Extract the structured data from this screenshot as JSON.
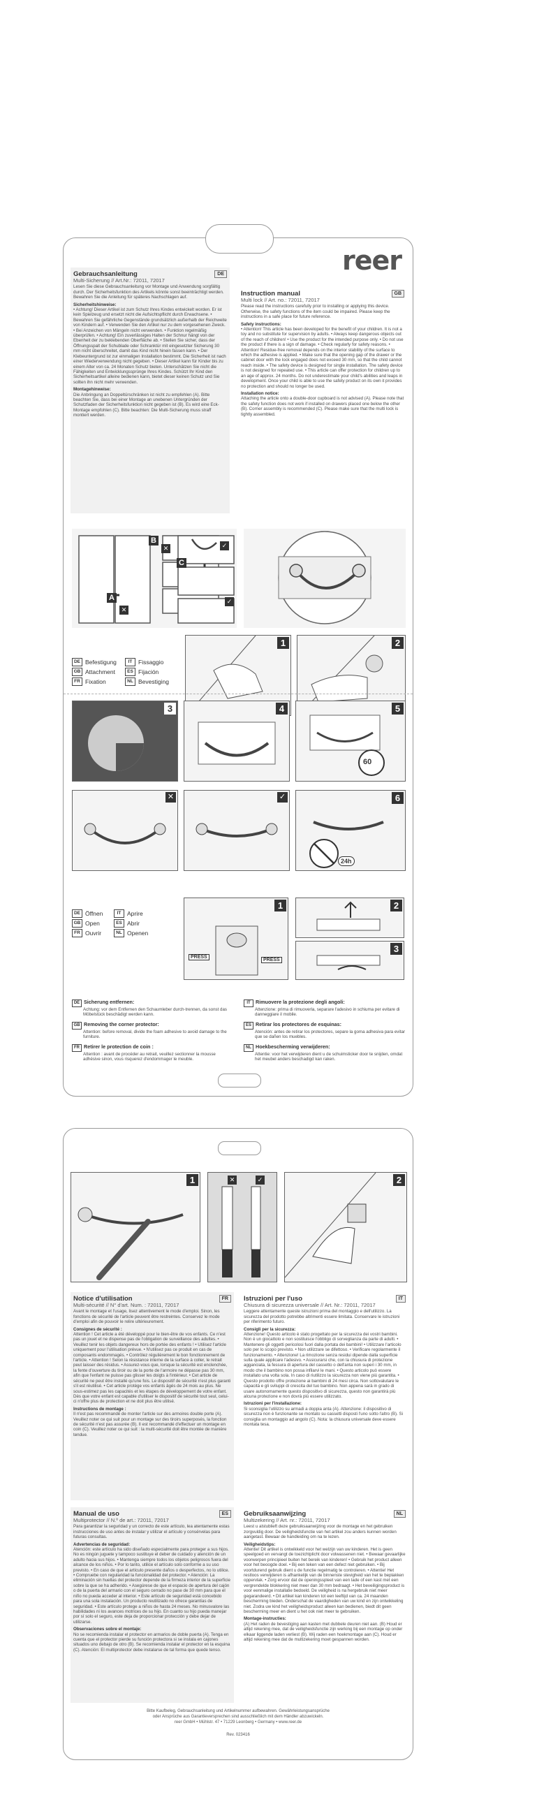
{
  "brand": {
    "logo": "reer"
  },
  "de": {
    "title": "Gebrauchsanleitung",
    "lang": "DE",
    "subtitle": "Multi-Sicherung // Art.Nr.: 72011, 72017",
    "intro": "Lesen Sie diese Gebrauchsanleitung vor Montage und Anwendung sorgfältig durch. Der Sicherheitsfunktion des Artikels könnte sonst beeinträchtigt werden. Bewahren Sie die Anleitung für späteres Nachschlagen auf.",
    "safety_hdr": "Sicherheitshinweise:",
    "safety": "• Achtung! Dieser Artikel ist zum Schutz Ihres Kindes entwickelt worden. Er ist kein Spielzeug und ersetzt nicht die Aufsichtspflicht durch Erwachsene. • Bewahren Sie gefährliche Gegenstände grundsätzlich außerhalb der Reichweite von Kindern auf. • Verwenden Sie den Artikel nur zu dem vorgesehenen Zweck. • Bei Anzeichen von Mängeln nicht verwenden. • Funktion regelmäßig überprüfen. • Achtung! Ein zuverlässiges Halten der Schnur hängt von der Ebenheit der zu beklebenden Oberfläche ab. • Stellen Sie sicher, dass der Öffnungsspalt der Schublade oder Schranktür mit eingesetzter Sicherung 30 mm nicht überschreitet, damit das Kind nicht hinein fassen kann. • Der Klebeuntergrund ist zur einmaligen Installation bestimmt. Die Sicherheit ist nach einer Wiederverwendung nicht gegeben. • Dieser Artikel kann für Kinder bis zu einem Alter von ca. 24 Monaten Schutz bieten. Unterschätzen Sie nicht die Fähigkeiten und Entwicklungssprünge Ihres Kindes. Schützt Ihr Kind den Sicherheitsartikel alleine bedienen kann, bietet dieser keinen Schutz und Sie sollten ihn nicht mehr verwenden.",
    "install_hdr": "Montagehinweise:",
    "install": "Die Anbringung an Doppeltürschränken ist nicht zu empfehlen (A). Bitte beachten Sie, dass bei einer Montage an unebenen Untergründen der Schutzfaden der Sicherheitsfunktion nicht gegeben ist (B). Es wird eine Eck-Montage empfohlen (C). Bitte beachten: Die Multi-Sicherung muss straff montiert werden."
  },
  "gb": {
    "title": "Instruction manual",
    "lang": "GB",
    "subtitle": "Multi lock // Art. no.: 72011, 72017",
    "intro": "Please read the instructions carefully prior to installing or applying this device. Otherwise, the safety functions of the item could be impaired. Please keep the instructions in a safe place for future reference.",
    "safety_hdr": "Safety instructions:",
    "safety": "• Attention! This article has been developed for the benefit of your children. It is not a toy and no substitute for supervision by adults. • Always keep dangerous objects out of the reach of children! • Use the product for the intended purpose only. • Do not use the product if there is a sign of damage. • Check regularly for safety reasons. • Attention! Residue-free removal depends on the interior stability of the surface to which the adhesive is applied. • Make sure that the opening gap of the drawer or the cabinet door with the lock engaged does not exceed 30 mm, so that the child cannot reach inside. • The safety device is designed for single installation. The safety device is not designed for repeated use. • This article can offer protection for children up to an age of approx. 24 months. Do not underestimate your child's abilities and leaps in development. Once your child is able to use the safety product on its own it provides no protection and should no longer be used.",
    "install_hdr": "Installation notice:",
    "install": "Attaching the article onto a double-door cupboard is not advised (A). Please note that the safety function does not work if installed on drawers placed one below the other (B). Corner assembly is recommended (C). Please make sure that the multi lock is tightly assembled."
  },
  "attach_legend": [
    {
      "code": "DE",
      "label": "Befestigung"
    },
    {
      "code": "IT",
      "label": "Fissaggio"
    },
    {
      "code": "GB",
      "label": "Attachment"
    },
    {
      "code": "ES",
      "label": "Fijación"
    },
    {
      "code": "FR",
      "label": "Fixation"
    },
    {
      "code": "NL",
      "label": "Bevestiging"
    }
  ],
  "open_legend": [
    {
      "code": "DE",
      "label": "Öffnen"
    },
    {
      "code": "IT",
      "label": "Aprire"
    },
    {
      "code": "GB",
      "label": "Open"
    },
    {
      "code": "ES",
      "label": "Abrir"
    },
    {
      "code": "FR",
      "label": "Ouvrir"
    },
    {
      "code": "NL",
      "label": "Openen"
    }
  ],
  "labels": {
    "a": "A",
    "b": "B",
    "c": "C",
    "press": "PRESS",
    "time": "24h",
    "sixty": "60"
  },
  "steps": [
    "1",
    "2",
    "3",
    "4",
    "5",
    "6"
  ],
  "removal": [
    {
      "code": "DE",
      "title": "Sicherung entfernen:",
      "text": "Achtung: vor dem Entfernen den Schaumleber durch-trennen, da sonst das Möbelstück beschädigt werden kann."
    },
    {
      "code": "IT",
      "title": "Rimuovere la protezione degli angoli:",
      "text": "Attenzione: prima di rimuoverla, separare l'adesivo in schiuma per evitare di danneggiare il mobile."
    },
    {
      "code": "GB",
      "title": "Removing the corner protector:",
      "text": "Attention: before removal, divide the foam adhesive to avoid damage to the furniture."
    },
    {
      "code": "ES",
      "title": "Retirar los protectores de esquinas:",
      "text": "Atención: antes de retirar los protectores, separe la goma adhesiva para evitar que se dañen los muebles."
    },
    {
      "code": "FR",
      "title": "Retirer le protection de coin :",
      "text": "Attention : avant de procéder au retrait, veuillez sectionner la mousse adhésive sinon, vous risquerez d'endommager le meuble."
    },
    {
      "code": "NL",
      "title": "Hoekbescherming verwijderen:",
      "text": "Attentie: voor het verwijderen dient u de schuimsticker door te snijden, omdat het meubel anders beschadigd kan raken."
    }
  ],
  "fr": {
    "title": "Notice d'utilisation",
    "lang": "FR",
    "subtitle": "Multi-sécurité // N° d'art. Num. : 72011, 72017",
    "intro": "Avant le montage et l'usage, lisez attentivement le mode d'emploi. Sinon, les fonctions de sécurité de l'article peuvent être restreintes. Conservez le mode d'emploi afin de pouvoir le relire ultérieurement.",
    "safety_hdr": "Consignes de sécurité :",
    "safety": "Attention ! Cet article a été développé pour le bien-être de vos enfants. Ce n'est pas un jouet et ne dispense pas de l'obligation de surveillance des adultes. • Veuillez tenir les objets dangereux hors de portée des enfants ! • Utilisez l'article uniquement pour l'utilisation prévue. • N'utilisez pas ce produit en cas de composants endommagés. • Contrôlez régulièrement le bon fonctionnement de l'article. • Attention ! Selon la résistance interne de la surface à coller, le retrait peut laisser des résidus. • Assurez-vous que, lorsque la sécurité est enclenchée, la fente d'ouverture du tiroir ou de la porte de l'armoire ne dépasse pas 30 mm, afin que l'enfant ne puisse pas glisser les doigts à l'intérieur. • Cet article de sécurité ne peut être installé qu'une fois. Le dispositif de sécurité n'est plus garanti s'il est réutilisé. • Cet article protège vos enfants âgés de 24 mois au plus. Ne sous-estimez pas les capacités et les étapes de développement de votre enfant. Dès que votre enfant est capable d'utiliser le dispositif de sécurité tout seul, celui-ci n'offre plus de protection et ne doit plus être utilisé.",
    "install_hdr": "Instructions de montage :",
    "install": "Il n'est pas recommandé de monter l'article sur des armoires double porte (A). Veuillez noter ce qui suit pour un montage sur des tiroirs superposés, la fonction de sécurité n'est pas assurée (B). Il est recommandé d'effectuer un montage en coin (C). Veuillez noter ce qui suit : la multi-sécurité doit être montée de manière tendue."
  },
  "it": {
    "title": "Istruzioni per l'uso",
    "lang": "IT",
    "subtitle": "Chiusura di sicurezza universale // Art. Nr.: 72011, 72017",
    "intro": "Leggere attentamente queste istruzioni prima del montaggio e dell'utilizzo. La sicurezza del prodotto potrebbe altrimenti essere limitata. Conservare le istruzioni per riferimento futuro.",
    "safety_hdr": "Consigli per la sicurezza:",
    "safety": "Attenzione! Questo articolo è stato progettato per la sicurezza dei vostri bambini. Non è un giocattolo e non sostituisce l'obbligo di sorveglianza da parte di adulti. • Mantenere gli oggetti pericolosi fuori dalla portata dei bambini! • Utilizzare l'articolo solo per lo scopo previsto. • Non utilizzare se difettoso. • Verificare regolarmente il funzionamento. • Attenzione! La rimozione senza residui dipende dalla superficie sulla quale applicare l'adesivo. • Assicurarsi che, con la chiusura di protezione agganciata, la fessura di apertura del cassetto o dell'anta non superi i 30 mm, in modo che il bambino non possa infilarvi le mani. • Questo articolo può essere installato una volta sola. In caso di riutilizzo la sicurezza non viene più garantita. • Questo prodotto offre protezione ai bambini di 24 mesi circa. Non sottovalutare le capacità e gli sviluppi di crescita del tuo bambino. Non appena sarà in grado di usare autonomamente questo dispositivo di sicurezza, questo non garantirà più alcuna protezione e non dovrà più essere utilizzato.",
    "install_hdr": "Istruzioni per l'installazione:",
    "install": "Si sconsiglia l'utilizzo su armadi a doppia anta (A). Attenzione: il dispositivo di sicurezza non è funzionante se montato su cassetti disposti l'uno sotto l'altro (B). Si consiglia un montaggio ad angolo (C). Nota: la chiusura universale deve essere montata tesa."
  },
  "es": {
    "title": "Manual de uso",
    "lang": "ES",
    "subtitle": "Multiprotector // N.º de art.: 72011, 72017",
    "intro": "Para garantizar la seguridad y un correcto de este artículo, lea atentamente estas instrucciones de uso antes de instalar y utilizar el artículo y consérvelas para futuras consultas.",
    "safety_hdr": "Advertencias de seguridad:",
    "safety": "Atención: este artículo ha sido diseñado especialmente para proteger a sus hijos. No es ningún juguete y tampoco sustituye el deber de cuidado y atención de un adulto hacia sus hijos. • Mantenga siempre todos los objetos peligrosos fuera del alcance de los niños. • Por lo tanto, utilice el artículo solo conforme a su uso previsto. • En caso de que el artículo presente daños o desperfectos, no lo utilice. • Compruebe con regularidad la funcionalidad del protector. • Atención: La eliminación sin huellas del protector depende de la firmeza interior de la superficie sobre la que se ha adherido. • Asegúrese de que el espacio de apertura del cajón o de la puerta del armario con el seguro cerrado no pase de 30 mm para que el niño no pueda acceder al interior. • Este artículo de seguridad está concebido para una sola instalación. Un producto reutilizado no ofrece garantías de seguridad. • Este artículo protege a niños de hasta 24 meses. No minusvalore las habilidades ni los avances motrices de su hijo. En cuanto su hijo pueda manejar por sí solo el seguro, este deja de proporcionar protección y debe dejar de utilizarse.",
    "install_hdr": "Observaciones sobre el montaje:",
    "install": "No se recomienda instalar el protector en armarios de doble puerta (A). Tenga en cuenta que el protector pierde su función protectora si se instala en cajones situados uno debajo de otro (B). Se recomienda instalar el protector en la esquina (C). Atención: El multiprotector debe instalarse de tal forma que quede tenso."
  },
  "nl": {
    "title": "Gebruiksaanwijzing",
    "lang": "NL",
    "subtitle": "Multizekering // Art. nr.: 72011, 72017",
    "intro": "Leest u alstublieft deze gebruiksaanwijzing voor de montage en het gebruiken zorgvuldig door. De veiligheidsfunctie van het artikel zou anders kunnen worden aangetast. Bewaar de handleiding om na te lezen.",
    "safety_hdr": "Veiligheidstips:",
    "safety": "Attentie! Dit artikel is ontwikkeld voor het welzijn van uw kinderen. Het is geen speelgoed en vervangt de toezichtplicht door volwassenen niet. • Bewaar gevaarlijke voorwerpen principieel buiten het bereik van kinderen! • Gebruik het product alleen voor het beoogde doel. • Bij een teken van een defect niet gebruiken. • Bij voortdurend gebruik dient u de functie regelmatig te controleren. • Attentie! Het restloos verwijderen is afhankelijk van de binnenste stevigheid van het te beplakken oppervlak. • Zorg ervoor dat de openingsspleet van een lade of een kast met een vergrendelde blokkering niet meer dan 30 mm bedraagt. • Het beveiligingsproduct is voor eenmalige installatie bedoeld. De veiligheid is na hergebruik niet meer gegarandeerd. • Dit artikel kan kinderen tot een leeftijd van ca. 24 maanden bescherming bieden. Onderschat de vaardigheden van uw kind en zijn ontwikkeling niet. Zodra uw kind het veiligheidsproduct alleen kan bedienen, biedt dit geen bescherming meer en dient u het ook niet meer te gebruiken.",
    "install_hdr": "Montage-instructies:",
    "install": "(A) Het raden de bevestiging aan kasten met dubbele deuren niet aan. (B) Houd er altijd rekening mee, dat de veiligheidsfunctie zijn werking bij een montage op onder elkaar liggende laden verliest (B). Wij raden een hoekmontage aan (C). Houd er altijd rekening mee dat de multizekering moet gespannen worden."
  },
  "footer": {
    "line1": "Bitte Kaufbeleg, Gebrauchsanleitung und Artikelnummer aufbewahren. Gewährleistungsansprüche",
    "line2": "oder Ansprüche aus Garantieversprechen sind ausschließlich mit dem Händler abzuwickeln.",
    "line3": "reer GmbH • Mühlstr. 47 • 71229 Leonberg • Germany • www.reer.de",
    "rev": "Rev. 023416"
  }
}
